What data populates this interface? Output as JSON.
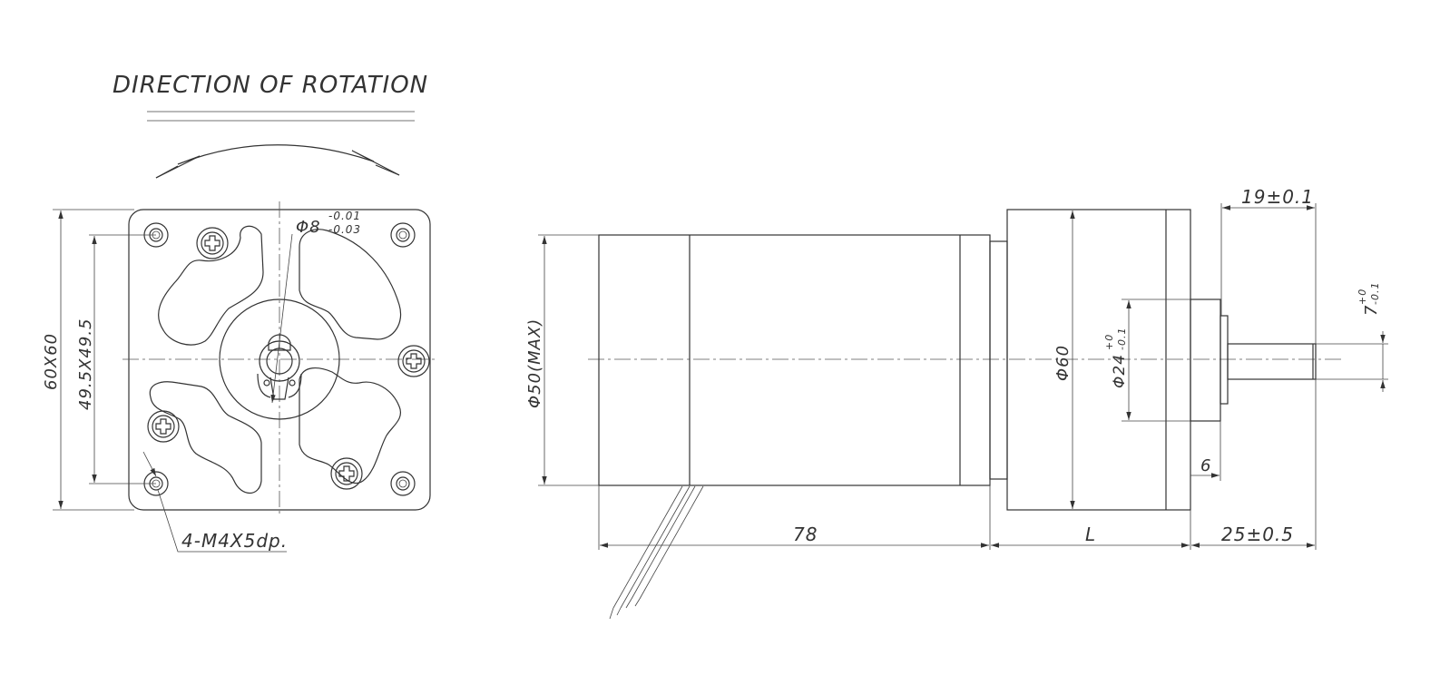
{
  "title": "DIRECTION OF ROTATION",
  "front_view": {
    "shaft_dia": "Φ8",
    "shaft_tol_upper": "-0.01",
    "shaft_tol_lower": "-0.03",
    "outer_size": "60X60",
    "hole_spacing": "49.5X49.5",
    "mount_holes": "4-M4X5dp."
  },
  "side_view": {
    "motor_dia": "Φ50(MAX)",
    "motor_length": "78",
    "gearbox_dia": "Φ60",
    "gearbox_length": "L",
    "pilot_dia": "Φ24",
    "pilot_tol_upper": "+0",
    "pilot_tol_lower": "-0.1",
    "shaft_length": "25±0.5",
    "flat_length": "19±0.1",
    "pilot_height": "6",
    "flat_height": "7",
    "flat_tol_upper": "+0",
    "flat_tol_lower": "-0.1"
  }
}
